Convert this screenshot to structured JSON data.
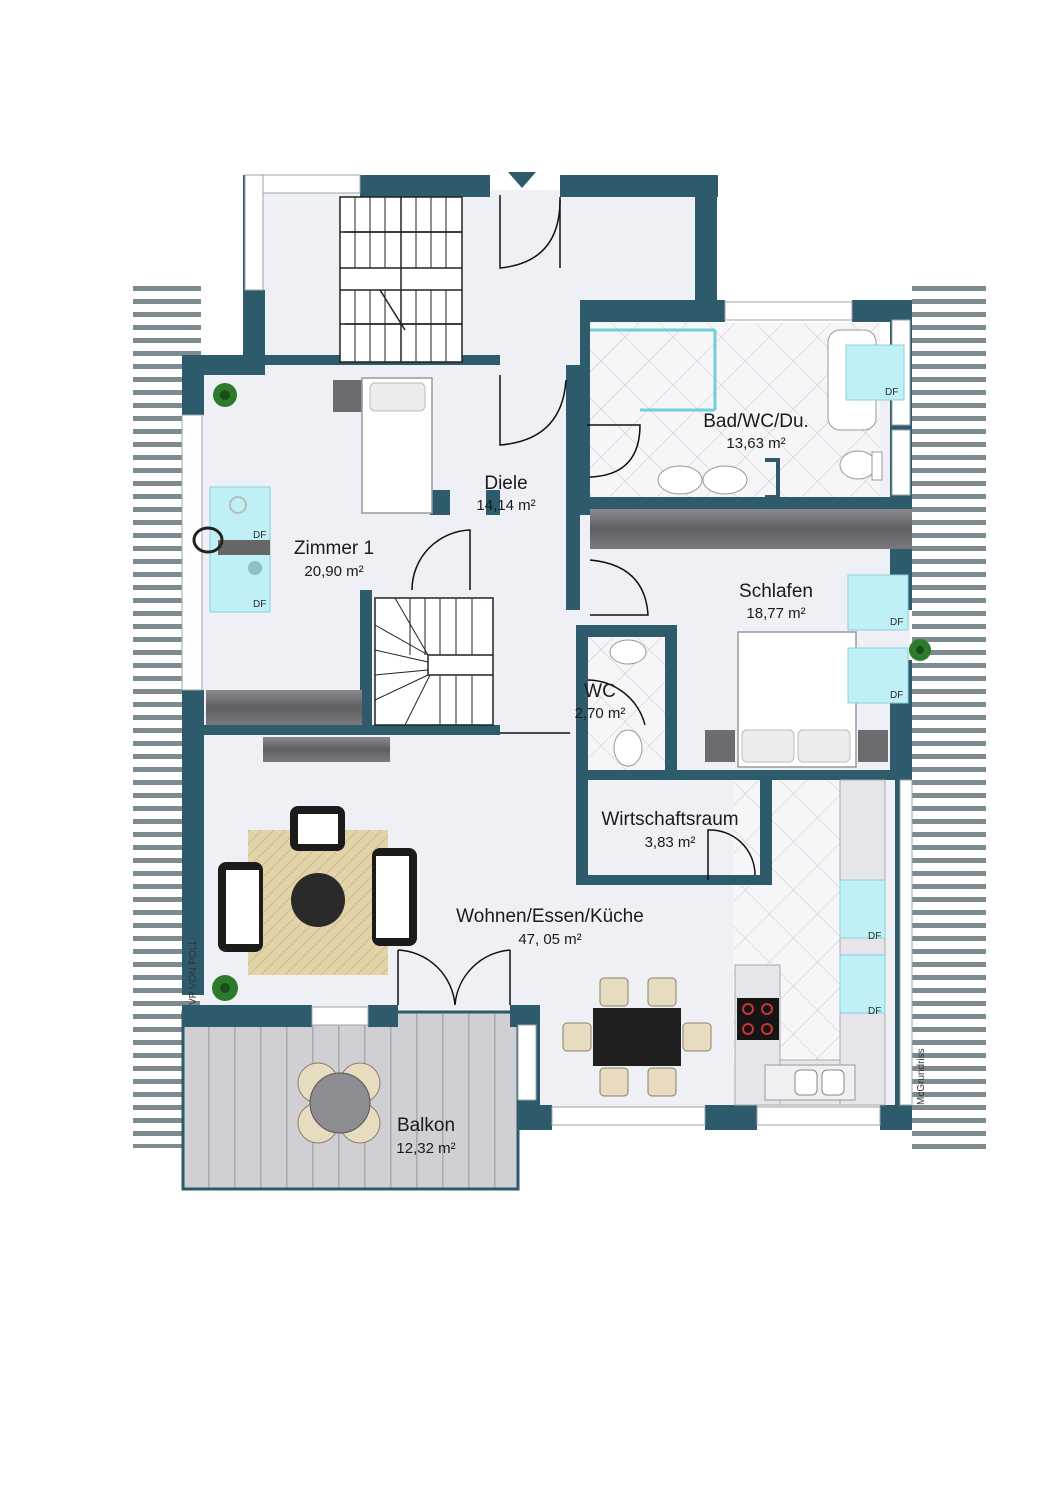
{
  "colors": {
    "wall": "#2e5b6b",
    "floor": "#eef0f5",
    "balcony": "#c9c9cf",
    "tile": "#f4f4f6",
    "roof_lines": "#6f7c82",
    "skylight": "#bff0f5"
  },
  "rooms": [
    {
      "id": "zimmer1",
      "name": "Zimmer 1",
      "area": "20,90 m²"
    },
    {
      "id": "diele",
      "name": "Diele",
      "area": "14,14 m²"
    },
    {
      "id": "bad",
      "name": "Bad/WC/Du.",
      "area": "13,63 m²"
    },
    {
      "id": "schlafen",
      "name": "Schlafen",
      "area": "18,77 m²"
    },
    {
      "id": "wc",
      "name": "WC",
      "area": "2,70 m²"
    },
    {
      "id": "wirtschaft",
      "name": "Wirtschaftsraum",
      "area": "3,83 m²"
    },
    {
      "id": "wohnen",
      "name": "Wohnen/Essen/Küche",
      "area": "47, 05 m²"
    },
    {
      "id": "balkon",
      "name": "Balkon",
      "area": "12,32 m²"
    }
  ],
  "skylight_label": "DF",
  "credit_text": "McGrundriss",
  "logo_text": "VP VON POLL"
}
